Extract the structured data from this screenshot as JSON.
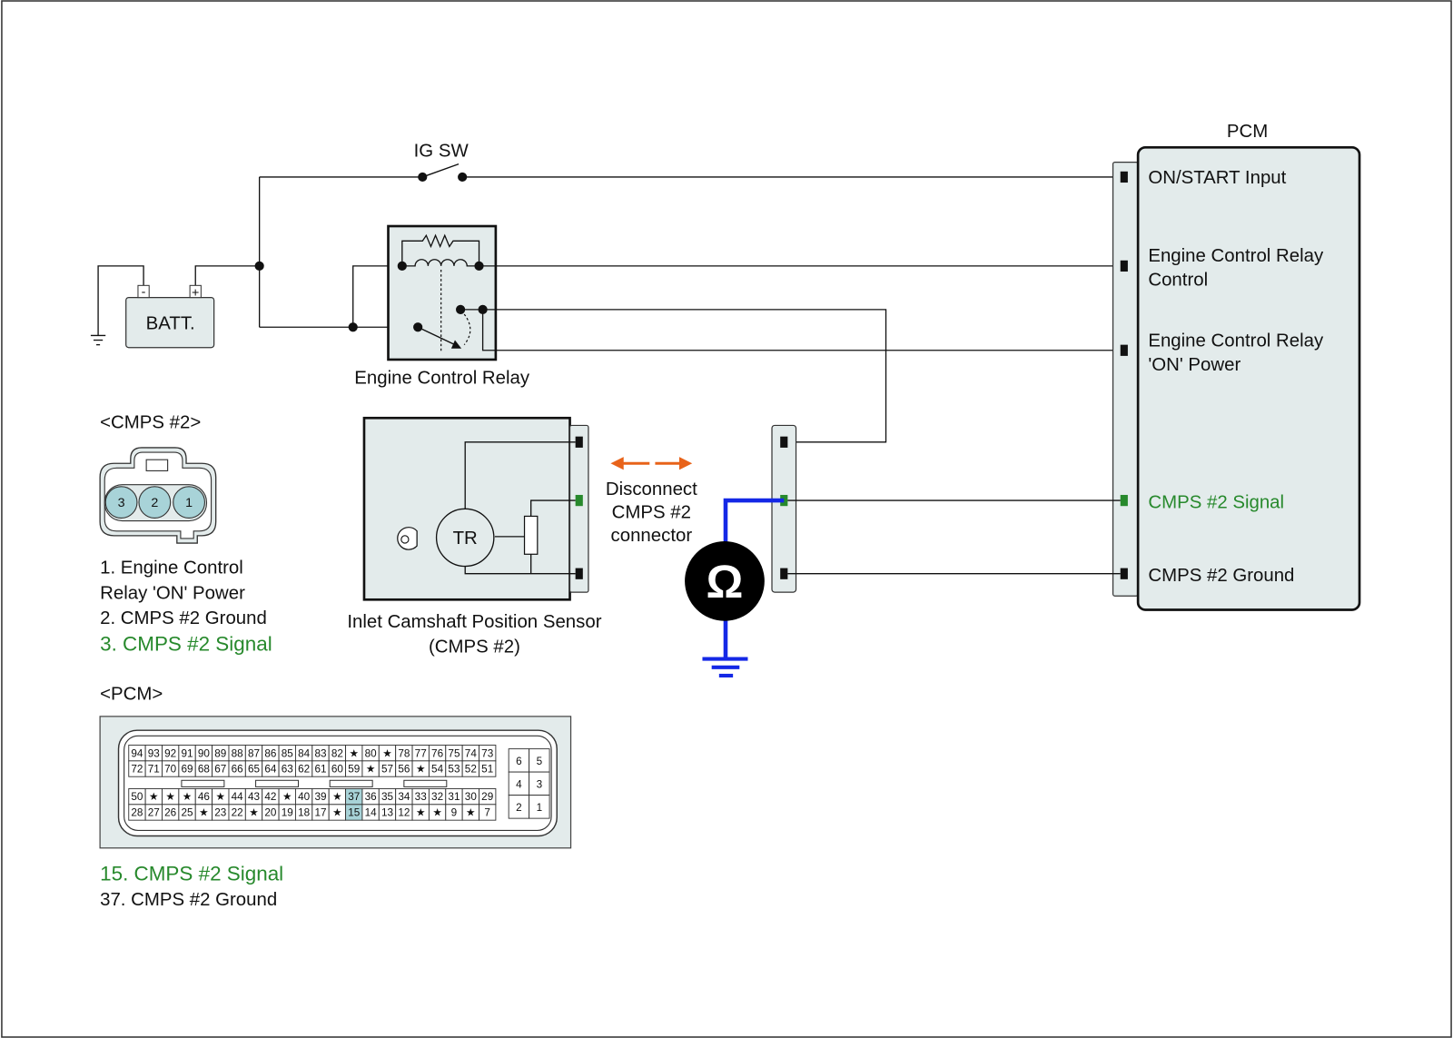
{
  "ig_switch": {
    "label": "IG SW"
  },
  "battery": {
    "label": "BATT.",
    "negative": "-",
    "positive": "+"
  },
  "relay": {
    "label": "Engine Control Relay"
  },
  "pcm": {
    "title": "PCM",
    "on_start_input": "ON/START Input",
    "relay_control": [
      "Engine Control Relay",
      "Control"
    ],
    "relay_on_power": [
      "Engine Control Relay",
      "'ON' Power"
    ],
    "cmps_signal": "CMPS #2 Signal",
    "cmps_ground": "CMPS #2 Ground"
  },
  "sensor": {
    "element_label": "TR",
    "name": [
      "Inlet Camshaft Position Sensor",
      "(CMPS #2)"
    ]
  },
  "disconnect_note": [
    "Disconnect",
    "CMPS #2",
    "connector"
  ],
  "ohmmeter": {
    "symbol": "Ω"
  },
  "cmps_connector": {
    "title": "<CMPS #2>",
    "pins": [
      "3",
      "2",
      "1"
    ],
    "legend": [
      "1. Engine Control",
      "Relay 'ON' Power",
      "2. CMPS #2 Ground",
      "3. CMPS #2 Signal"
    ]
  },
  "pcm_connector": {
    "title": "<PCM>",
    "rows": [
      [
        "94",
        "93",
        "92",
        "91",
        "90",
        "89",
        "88",
        "87",
        "86",
        "85",
        "84",
        "83",
        "82",
        "★",
        "80",
        "★",
        "78",
        "77",
        "76",
        "75",
        "74",
        "73"
      ],
      [
        "72",
        "71",
        "70",
        "69",
        "68",
        "67",
        "66",
        "65",
        "64",
        "63",
        "62",
        "61",
        "60",
        "59",
        "★",
        "57",
        "56",
        "★",
        "54",
        "53",
        "52",
        "51"
      ],
      [
        "50",
        "★",
        "★",
        "★",
        "46",
        "★",
        "44",
        "43",
        "42",
        "★",
        "40",
        "39",
        "★",
        "37",
        "36",
        "35",
        "34",
        "33",
        "32",
        "31",
        "30",
        "29"
      ],
      [
        "28",
        "27",
        "26",
        "25",
        "★",
        "23",
        "22",
        "★",
        "20",
        "19",
        "18",
        "17",
        "★",
        "15",
        "14",
        "13",
        "12",
        "★",
        "★",
        "9",
        "★",
        "7"
      ]
    ],
    "highlighted": [
      "37",
      "15"
    ],
    "aux_block": [
      [
        "6",
        "5"
      ],
      [
        "4",
        "3"
      ],
      [
        "2",
        "1"
      ]
    ],
    "legend": [
      "15. CMPS #2 Signal",
      "37. CMPS #2 Ground"
    ]
  },
  "colors": {
    "signal_green": "#27892c",
    "meter_wire_blue": "#1428e6",
    "arrow_orange": "#e8631a",
    "pin_highlight": "#a8d3d8",
    "component_fill": "#e3ebeb"
  }
}
